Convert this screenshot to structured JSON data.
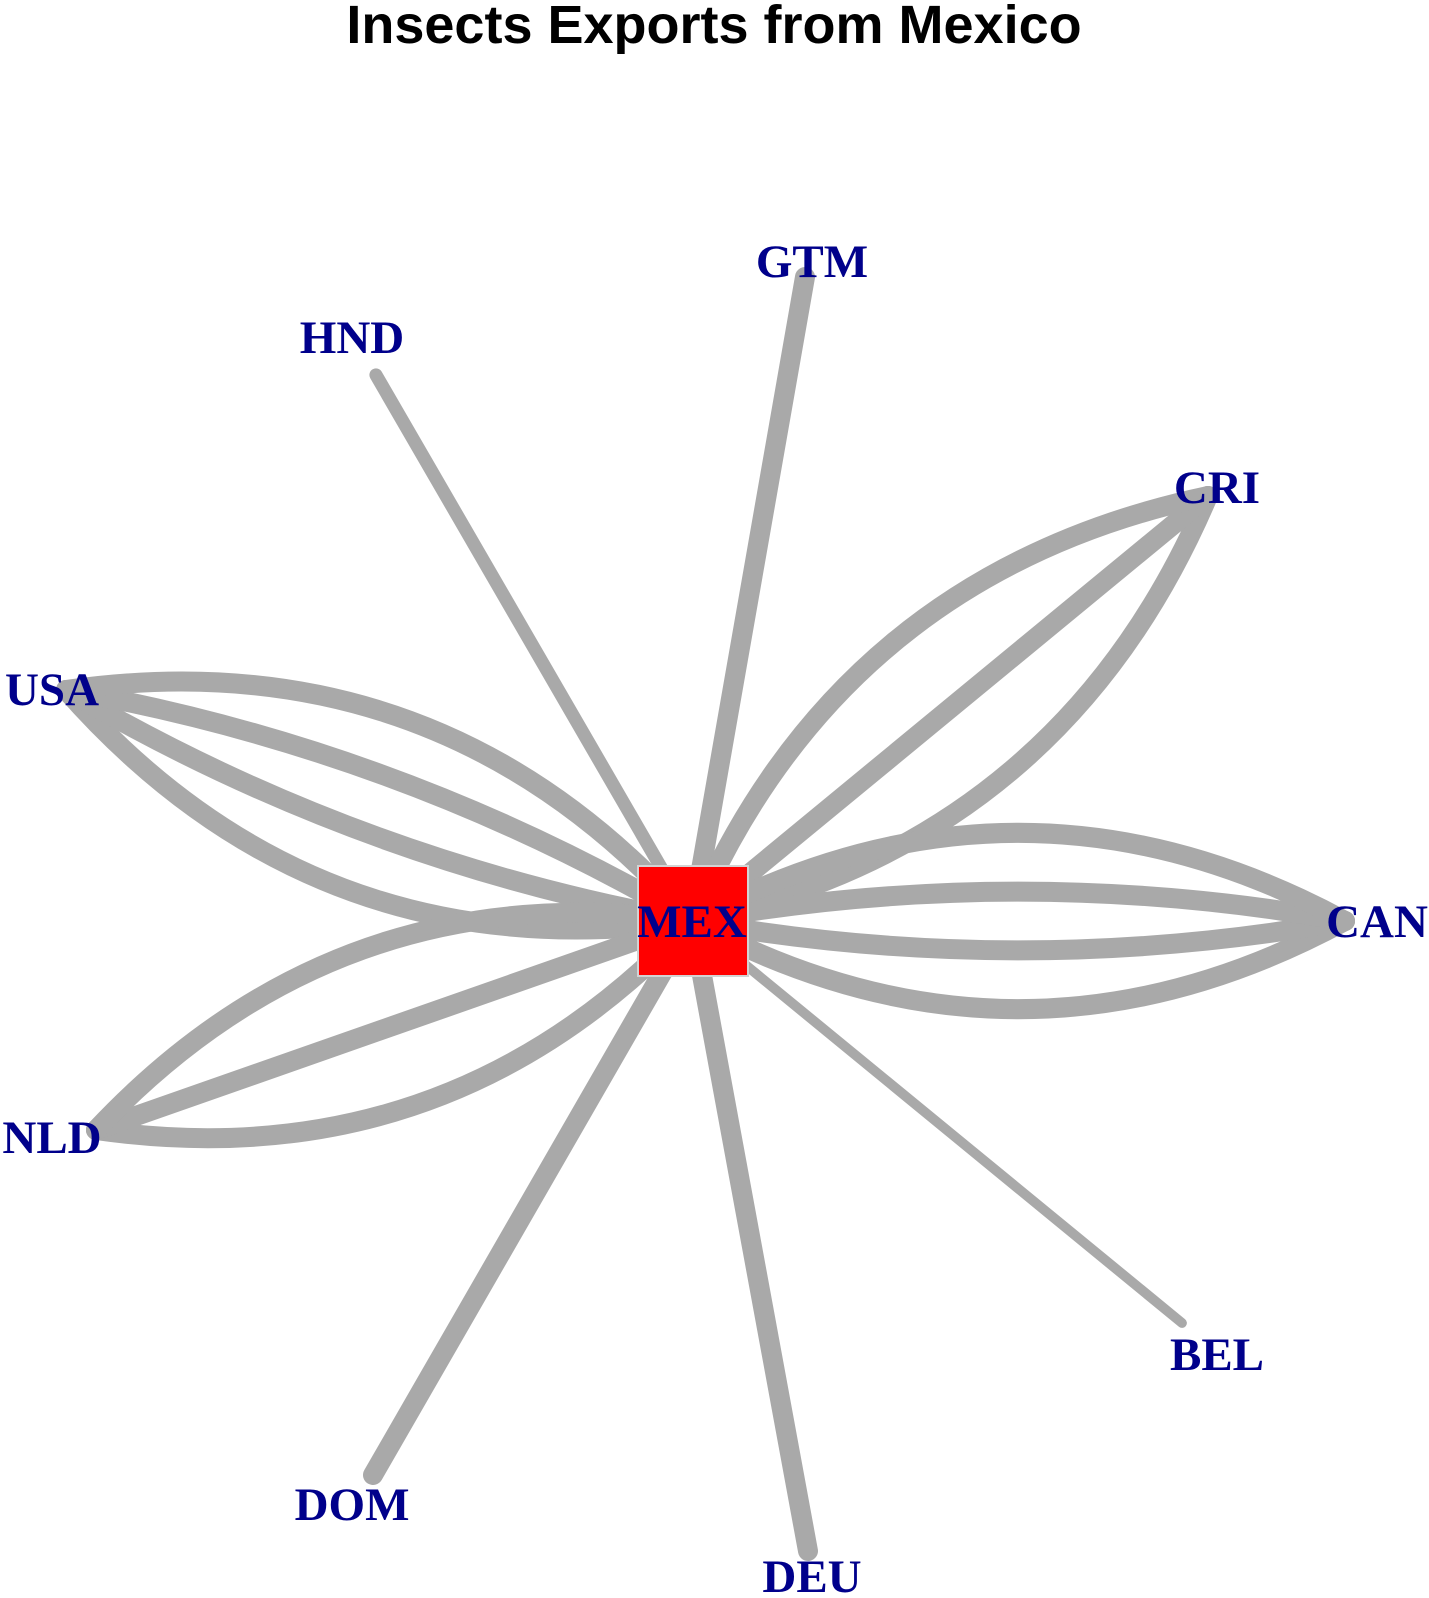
{
  "title": "Insects Exports from Mexico",
  "colors": {
    "edge": "#a9a9a9",
    "center_fill": "#ff0000",
    "center_border": "#d3d3d3",
    "label": "#00008b"
  },
  "center": {
    "label": "MEX"
  },
  "nodes": [
    {
      "label": "GTM",
      "edges": [
        {
          "curve": 0,
          "weight": 5
        }
      ]
    },
    {
      "label": "HND",
      "edges": [
        {
          "curve": 0,
          "weight": 3
        }
      ]
    },
    {
      "label": "CRI",
      "edges": [
        {
          "curve": 0.26,
          "weight": 5
        },
        {
          "curve": 0,
          "weight": 5
        },
        {
          "curve": -0.26,
          "weight": 5
        }
      ]
    },
    {
      "label": "USA",
      "edges": [
        {
          "curve": -0.27,
          "weight": 5
        },
        {
          "curve": -0.09,
          "weight": 5
        },
        {
          "curve": 0.09,
          "weight": 5
        },
        {
          "curve": 0.27,
          "weight": 5
        }
      ]
    },
    {
      "label": "CAN",
      "edges": [
        {
          "curve": 0.27,
          "weight": 5
        },
        {
          "curve": 0.09,
          "weight": 5
        },
        {
          "curve": -0.09,
          "weight": 5
        },
        {
          "curve": -0.27,
          "weight": 5
        }
      ]
    },
    {
      "label": "NLD",
      "edges": [
        {
          "curve": -0.26,
          "weight": 5
        },
        {
          "curve": 0,
          "weight": 5
        },
        {
          "curve": 0.26,
          "weight": 5
        }
      ]
    },
    {
      "label": "BEL",
      "edges": [
        {
          "curve": 0,
          "weight": 2
        }
      ]
    },
    {
      "label": "DOM",
      "edges": [
        {
          "curve": 0,
          "weight": 5
        }
      ]
    },
    {
      "label": "DEU",
      "edges": [
        {
          "curve": 0,
          "weight": 5
        }
      ]
    }
  ]
}
